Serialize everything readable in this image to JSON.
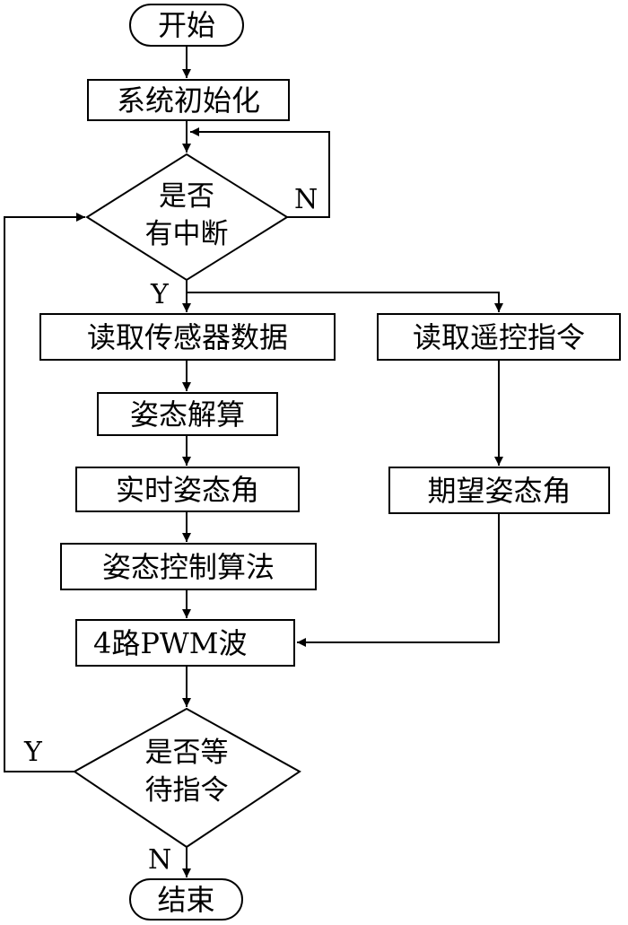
{
  "diagram": {
    "start": "开始",
    "init": "系统初始化",
    "decision_interrupt": [
      "是否",
      "有中断"
    ],
    "read_sensor": "读取传感器数据",
    "read_remote": "读取遥控指令",
    "attitude_solve": "姿态解算",
    "realtime_angle": "实时姿态角",
    "expected_angle": "期望姿态角",
    "control_algorithm": "姿态控制算法",
    "pwm": "4路PWM波",
    "decision_wait": [
      "是否等",
      "待指令"
    ],
    "end": "结束",
    "labels": {
      "interrupt_no": "N",
      "interrupt_yes": "Y",
      "wait_yes": "Y",
      "wait_no": "N"
    }
  }
}
